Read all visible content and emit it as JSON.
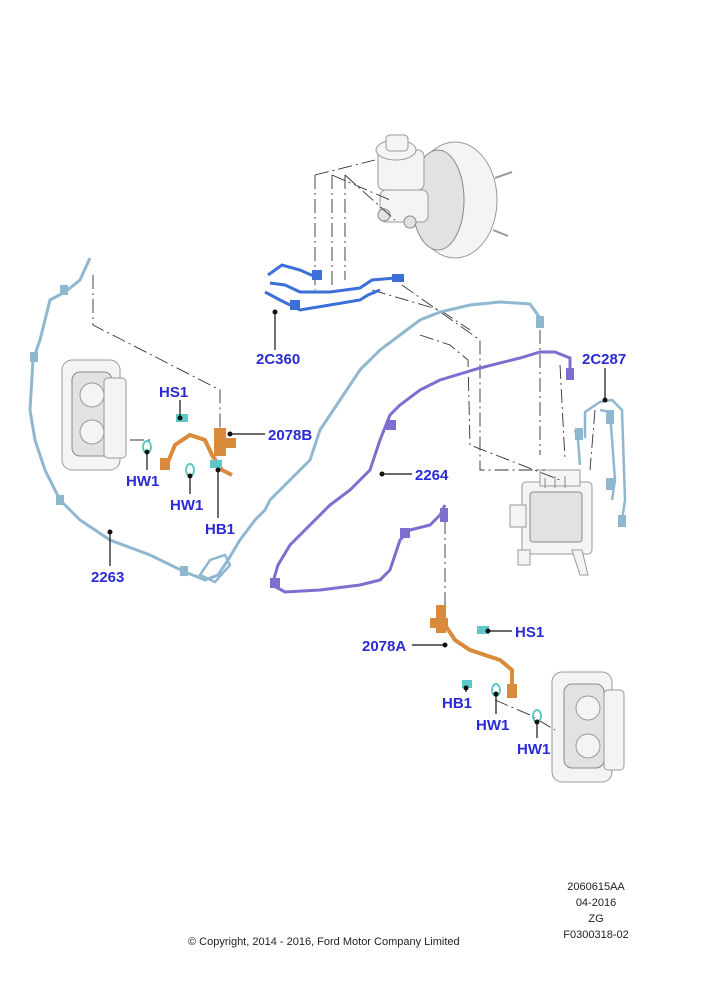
{
  "diagram": {
    "callouts": {
      "c2263": "2263",
      "c2264": "2264",
      "c2078A": "2078A",
      "c2078B": "2078B",
      "c2C360": "2C360",
      "c2C287": "2C287",
      "hs1_left": "HS1",
      "hs1_right": "HS1",
      "hw1_left_a": "HW1",
      "hw1_left_b": "HW1",
      "hb1_left": "HB1",
      "hb1_right": "HB1",
      "hw1_right_a": "HW1",
      "hw1_right_b": "HW1"
    },
    "colors": {
      "callout_text": "#2a2ad6",
      "line_2263": "#8fb8d0",
      "line_2264": "#7d6fd0",
      "line_2C360": "#3d6fd8",
      "hose_2078": "#d98a3a",
      "fastener": "#5cc8c8"
    }
  },
  "footer": {
    "code": "2060615AA",
    "date": "04-2016",
    "zg": "ZG",
    "ref": "F0300318-02",
    "copyright": "© Copyright, 2014 - 2016, Ford Motor Company Limited"
  }
}
